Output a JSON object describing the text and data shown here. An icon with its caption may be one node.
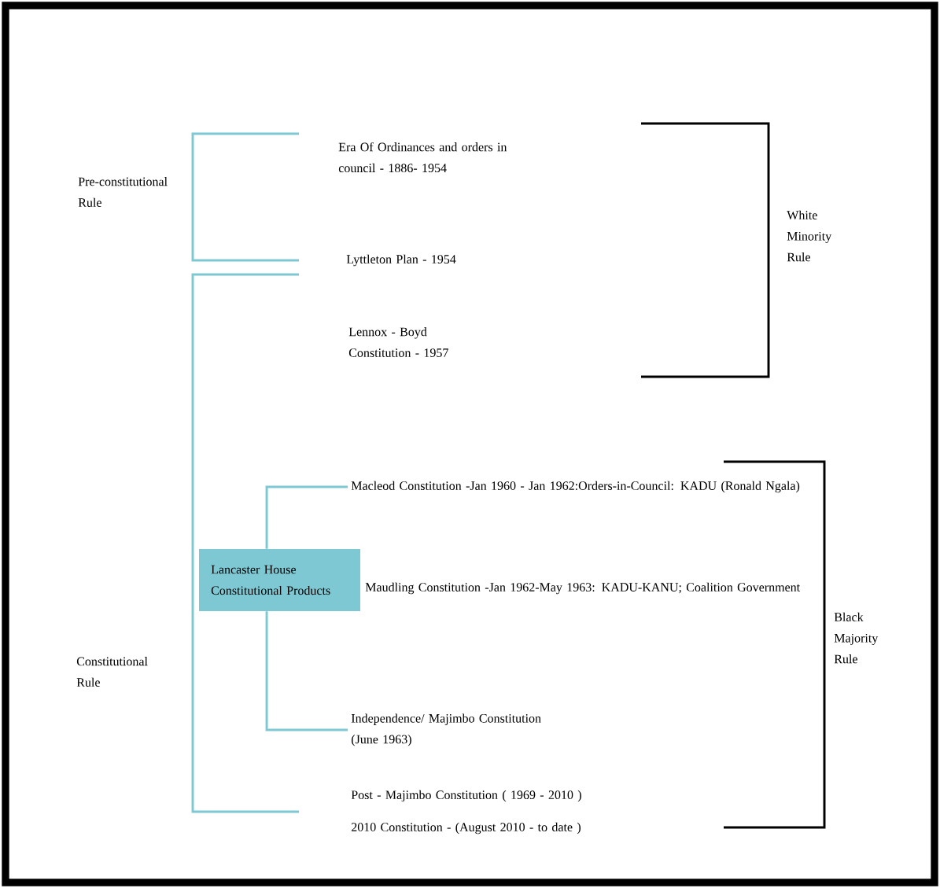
{
  "diagram": {
    "nodes": [
      {
        "text": [
          "Pre-constitutional Rule"
        ]
      },
      {
        "text": [
          "Constitutional Rule"
        ]
      },
      {
        "text": [
          "Era Of Ordinances and orders in council - 1886- 1954"
        ]
      },
      {
        "text": [
          "Lyttleton Plan - 1954"
        ]
      },
      {
        "text": [
          "Lennox - Boyd Constitution - 1957"
        ]
      },
      {
        "text": [
          "Lancaster House Constitutional Products"
        ]
      },
      {
        "text": [
          "Macleod Constitution -Jan 1960 - Jan 1962:Orders-in-Council: KADU (Ronald Ngala)"
        ]
      },
      {
        "text": [
          "Maudling Constitution -Jan 1962-May 1963:  KADU-KANU; Coalition Government"
        ]
      },
      {
        "text": [
          "Independence/ Majimbo Constitution (June 1963)"
        ]
      },
      {
        "text": [
          "Post - Majimbo Constitution ( 1969 - 2010 )"
        ]
      },
      {
        "text": [
          "2010 Constitution  - (August 2010 - to date )"
        ]
      },
      {
        "text": [
          "White Minority Rule"
        ]
      },
      {
        "text": [
          "Black Majority Rule"
        ]
      }
    ],
    "edges": [
      {
        "from": 5,
        "to": 6,
        "arrow": "none"
      },
      {
        "from": 5,
        "to": 8,
        "arrow": "none"
      }
    ]
  }
}
